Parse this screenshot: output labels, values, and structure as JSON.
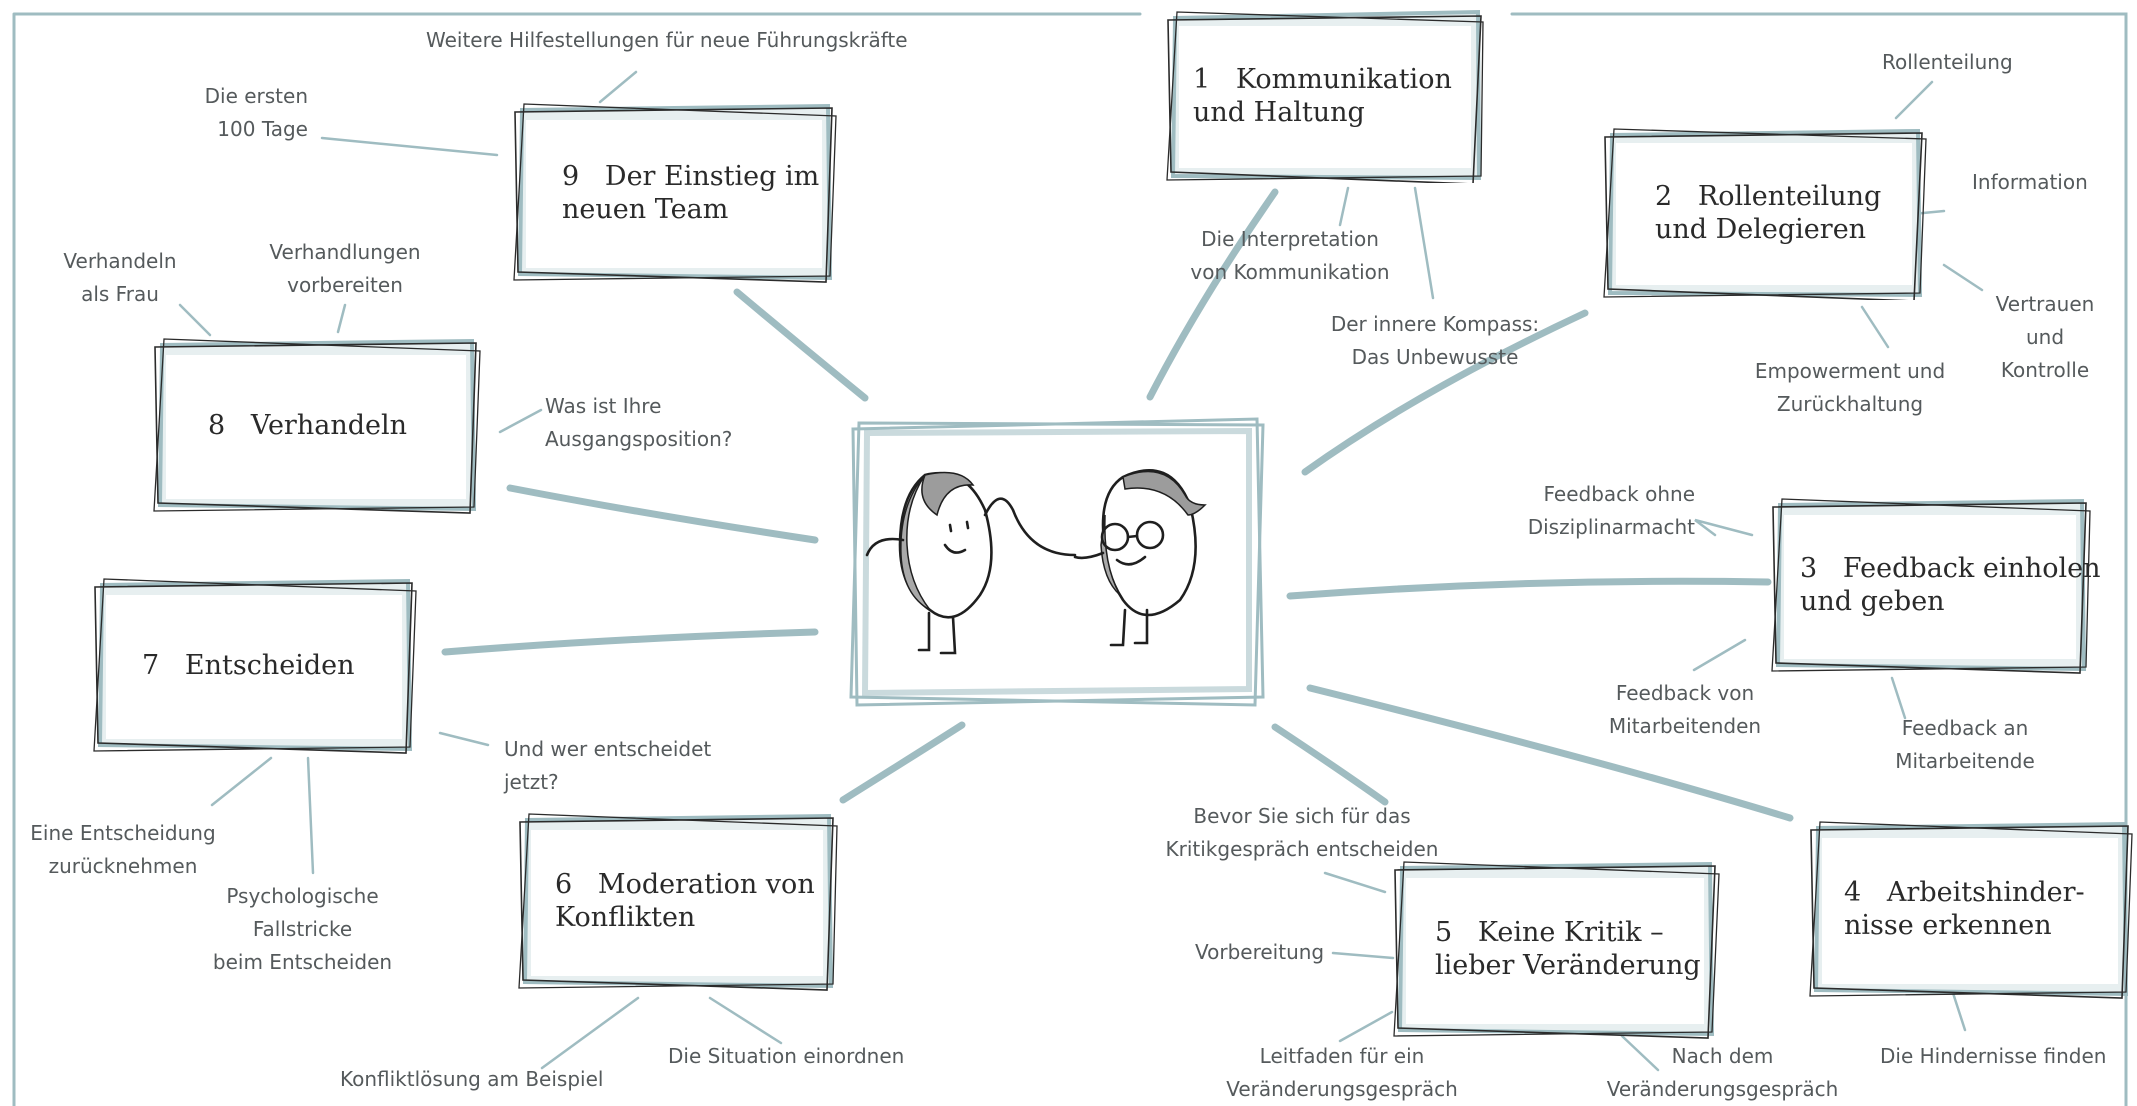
{
  "colors": {
    "accent": "#9fbcc1",
    "ink": "#2b2b2b",
    "text": "#555a5c",
    "line": "#9ebbc0"
  },
  "topics": [
    {
      "id": "t1",
      "title": "1   Kommunikation\nund Haltung"
    },
    {
      "id": "t2",
      "title": "2   Rollenteilung\nund Delegieren"
    },
    {
      "id": "t3",
      "title": "3   Feedback einholen\nund geben"
    },
    {
      "id": "t4",
      "title": "4   Arbeitshinder-\nnisse erkennen"
    },
    {
      "id": "t5",
      "title": "5   Keine Kritik –\nlieber Veränderung"
    },
    {
      "id": "t6",
      "title": "6   Moderation von\nKonflikten"
    },
    {
      "id": "t7",
      "title": "7   Entscheiden"
    },
    {
      "id": "t8",
      "title": "8   Verhandeln"
    },
    {
      "id": "t9",
      "title": "9   Der Einstieg im\nneuen Team"
    }
  ],
  "subtopics": {
    "s9a": "Weitere Hilfestellungen für neue Führungskräfte",
    "s9b": "Die ersten\n100 Tage",
    "s8a": "Verhandeln\nals Frau",
    "s8b": "Verhandlungen\nvorbereiten",
    "s8c": "Was ist Ihre\nAusgangsposition?",
    "s1a": "Die Interpretation\nvon Kommunikation",
    "s1b": "Der innere Kompass:\nDas Unbewusste",
    "s2a": "Rollenteilung",
    "s2b": "Information",
    "s2c": "Vertrauen\nund\nKontrolle",
    "s2d": "Empowerment und\nZurückhaltung",
    "s3a": "Feedback ohne\nDisziplinarmacht",
    "s3b": "Feedback von\nMitarbeitenden",
    "s3c": "Feedback an\nMitarbeitende",
    "s7a": "Und wer entscheidet\njetzt?",
    "s7b": "Eine Entscheidung\nzurücknehmen",
    "s7c": "Psychologische\nFallstricke\nbeim Entscheiden",
    "s6a": "Konfliktlösung am Beispiel",
    "s6b": "Die Situation einordnen",
    "s5a": "Bevor Sie sich für das\nKritikgespräch entscheiden",
    "s5b": "Vorbereitung",
    "s5c": "Leitfaden für ein\nVeränderungsgespräch",
    "s5d": "Nach dem\nVeränderungsgespräch",
    "s4a": "Die Hindernisse finden"
  },
  "icons": {
    "center": "two-figures-high-five-illustration"
  }
}
